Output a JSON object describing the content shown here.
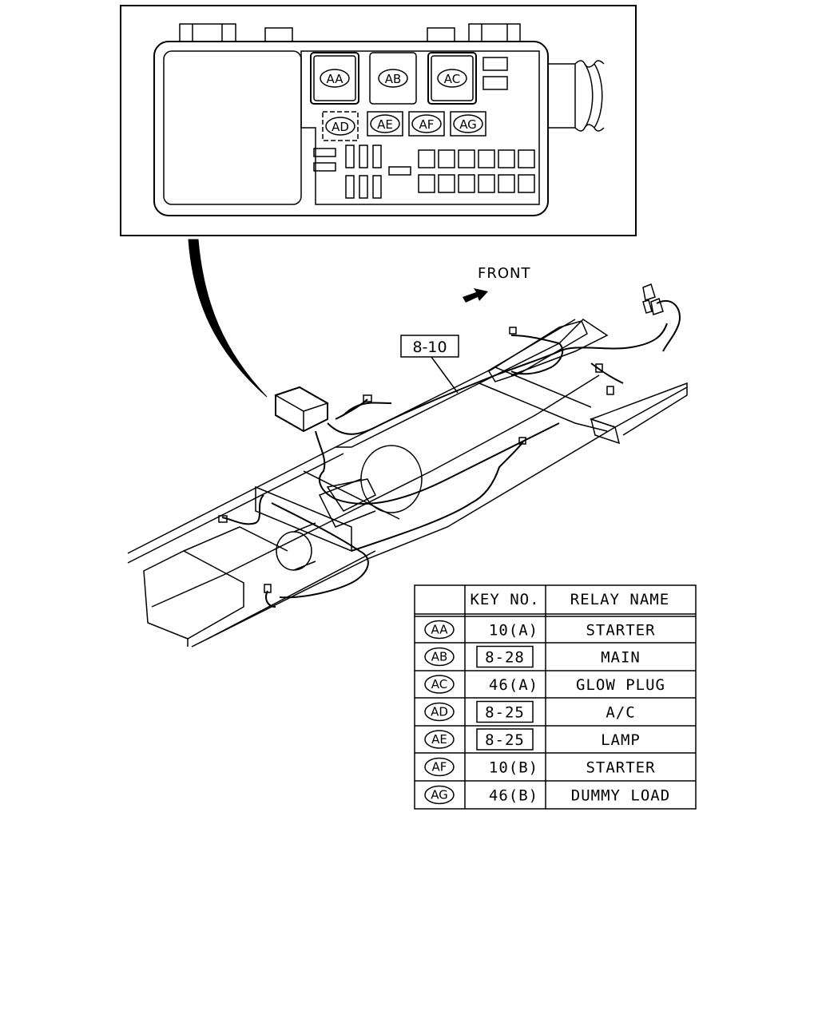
{
  "front_label": "FRONT",
  "ref_box": "8-10",
  "fuse_box_keys": [
    "AA",
    "AB",
    "AC",
    "AD",
    "AE",
    "AF",
    "AG"
  ],
  "table": {
    "headers": [
      "KEY NO.",
      "RELAY NAME"
    ],
    "rows": [
      {
        "key": "AA",
        "key_no": "10(A)",
        "boxed": false,
        "relay": "STARTER"
      },
      {
        "key": "AB",
        "key_no": "8-28",
        "boxed": true,
        "relay": "MAIN"
      },
      {
        "key": "AC",
        "key_no": "46(A)",
        "boxed": false,
        "relay": "GLOW PLUG"
      },
      {
        "key": "AD",
        "key_no": "8-25",
        "boxed": true,
        "relay": "A/C"
      },
      {
        "key": "AE",
        "key_no": "8-25",
        "boxed": true,
        "relay": "LAMP"
      },
      {
        "key": "AF",
        "key_no": "10(B)",
        "boxed": false,
        "relay": "STARTER"
      },
      {
        "key": "AG",
        "key_no": "46(B)",
        "boxed": false,
        "relay": "DUMMY LOAD"
      }
    ]
  }
}
